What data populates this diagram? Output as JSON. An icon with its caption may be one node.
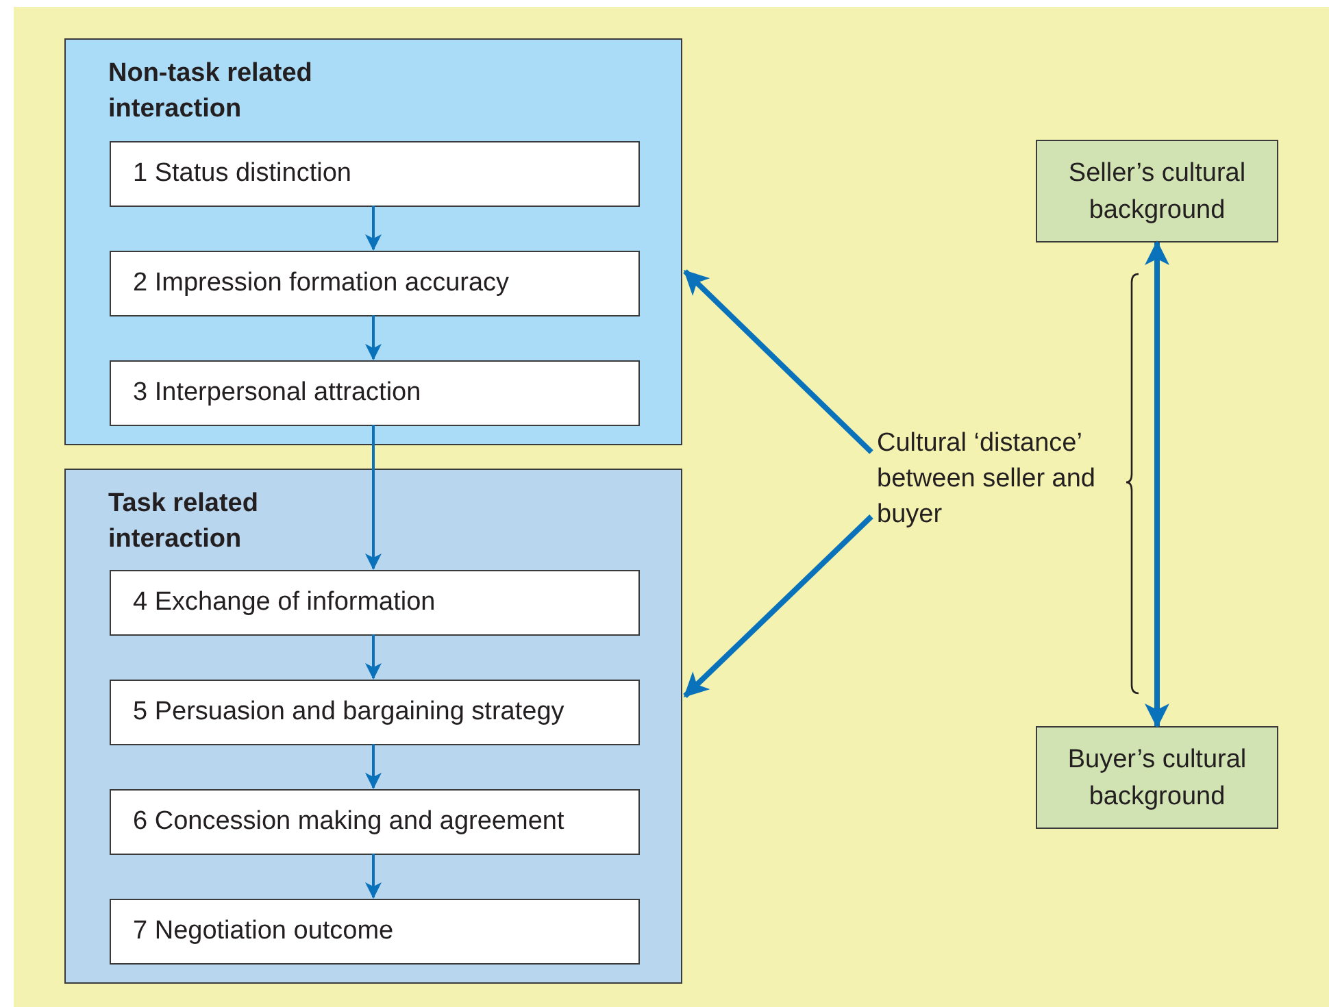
{
  "diagram": {
    "nodes": [
      {
        "text": [
          "Non-task related interaction"
        ]
      },
      {
        "text": [
          "1 Status distinction"
        ],
        "in": 0
      },
      {
        "text": [
          "2 Impression formation accuracy"
        ],
        "in": 0
      },
      {
        "text": [
          "3 Interpersonal attraction"
        ],
        "in": 0
      },
      {
        "text": [
          "Task related interaction"
        ]
      },
      {
        "text": [
          "4 Exchange of information"
        ],
        "in": 4
      },
      {
        "text": [
          "5 Persuasion and bargaining strategy"
        ],
        "in": 4
      },
      {
        "text": [
          "6 Concession making and agreement"
        ],
        "in": 4
      },
      {
        "text": [
          "7 Negotiation outcome"
        ],
        "in": 4
      },
      {
        "text": [
          "Cultural ‘distance’ between seller and buyer"
        ]
      },
      {
        "text": [
          "Seller’s cultural background"
        ]
      },
      {
        "text": [
          "Buyer’s cultural background"
        ]
      }
    ],
    "edges": [
      {
        "from": 1,
        "to": 2,
        "arrow": "to"
      },
      {
        "from": 2,
        "to": 3,
        "arrow": "to"
      },
      {
        "from": 3,
        "to": 5,
        "arrow": "to"
      },
      {
        "from": 5,
        "to": 6,
        "arrow": "to"
      },
      {
        "from": 6,
        "to": 7,
        "arrow": "to"
      },
      {
        "from": 7,
        "to": 8,
        "arrow": "to"
      },
      {
        "from": 9,
        "to": 0,
        "arrow": "to",
        "style": "thick"
      },
      {
        "from": 9,
        "to": 4,
        "arrow": "to",
        "style": "thick"
      },
      {
        "from": 10,
        "to": 11,
        "arrow": "both",
        "style": "thick"
      }
    ]
  }
}
